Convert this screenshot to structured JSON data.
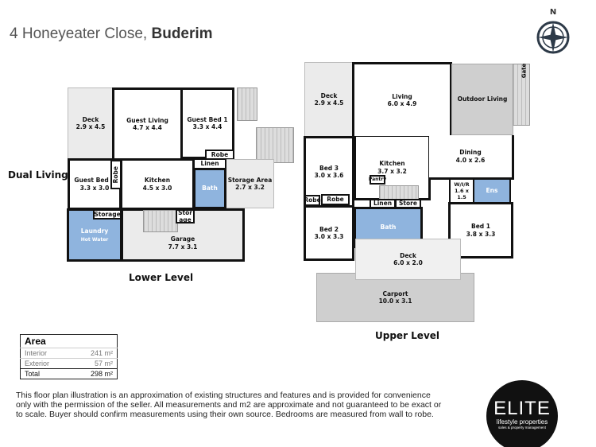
{
  "title": {
    "address": "4 Honeyeater Close,",
    "suburb": "Buderim"
  },
  "compass": {
    "label": "N",
    "icon": "compass-icon"
  },
  "labels": {
    "dual_living": "Dual Living",
    "lower_level": "Lower Level",
    "upper_level": "Upper Level"
  },
  "lower": [
    {
      "name": "Deck",
      "dim": "2.9 x 4.5"
    },
    {
      "name": "Guest Living",
      "dim": "4.7 x 4.4"
    },
    {
      "name": "Guest Bed 1",
      "dim": "3.3 x 4.4"
    },
    {
      "name": "Robe",
      "dim": ""
    },
    {
      "name": "Guest Bed 2",
      "dim": "3.3 x 3.0"
    },
    {
      "name": "Robe",
      "dim": ""
    },
    {
      "name": "Kitchen",
      "dim": "4.5 x 3.0"
    },
    {
      "name": "Linen",
      "dim": ""
    },
    {
      "name": "Bath",
      "dim": ""
    },
    {
      "name": "Storage Area",
      "dim": "2.7 x 3.2"
    },
    {
      "name": "Storage",
      "dim": ""
    },
    {
      "name": "Laundry",
      "dim": ""
    },
    {
      "name": "Hot Water",
      "dim": ""
    },
    {
      "name": "Stor age",
      "dim": ""
    },
    {
      "name": "Garage",
      "dim": "7.7 x 3.1"
    }
  ],
  "upper": [
    {
      "name": "Deck",
      "dim": "2.9 x 4.5"
    },
    {
      "name": "Living",
      "dim": "6.0 x 4.9"
    },
    {
      "name": "Outdoor Living",
      "dim": ""
    },
    {
      "name": "Gate",
      "dim": ""
    },
    {
      "name": "Bed 3",
      "dim": "3.0 x 3.6"
    },
    {
      "name": "Robe",
      "dim": ""
    },
    {
      "name": "Robe",
      "dim": ""
    },
    {
      "name": "Kitchen",
      "dim": "3.7 x 3.2"
    },
    {
      "name": "Pantry",
      "dim": ""
    },
    {
      "name": "Dining",
      "dim": "4.0 x 2.6"
    },
    {
      "name": "W/I/R",
      "dim": "1.6 x 1.5"
    },
    {
      "name": "Ens",
      "dim": ""
    },
    {
      "name": "Linen",
      "dim": ""
    },
    {
      "name": "Store",
      "dim": ""
    },
    {
      "name": "Bath",
      "dim": ""
    },
    {
      "name": "Bed 2",
      "dim": "3.0 x 3.3"
    },
    {
      "name": "Bed 1",
      "dim": "3.8 x 3.3"
    },
    {
      "name": "Deck",
      "dim": "6.0 x 2.0"
    },
    {
      "name": "Carport",
      "dim": "10.0 x 3.1"
    }
  ],
  "area": {
    "heading": "Area",
    "rows": [
      {
        "label": "Interior",
        "value": "241 m²"
      },
      {
        "label": "Exterior",
        "value": "57 m²"
      },
      {
        "label": "Total",
        "value": "298 m²"
      }
    ]
  },
  "disclaimer": "This floor plan illustration is an approximation of existing structures and features and is provided for convenience only with the permission of the seller. All measurements and m2 are approximate and not guaranteed to be exact or to scale. Buyer should confirm measurements using their own source. Bedrooms are measured from wall to robe.",
  "logo": {
    "name": "ELITE",
    "tagline": "lifestyle properties",
    "sub": "sales & property management"
  },
  "colors": {
    "wet_area": "#8fb4de",
    "exterior": "#ebebeb",
    "covered": "#cfcfcf"
  }
}
